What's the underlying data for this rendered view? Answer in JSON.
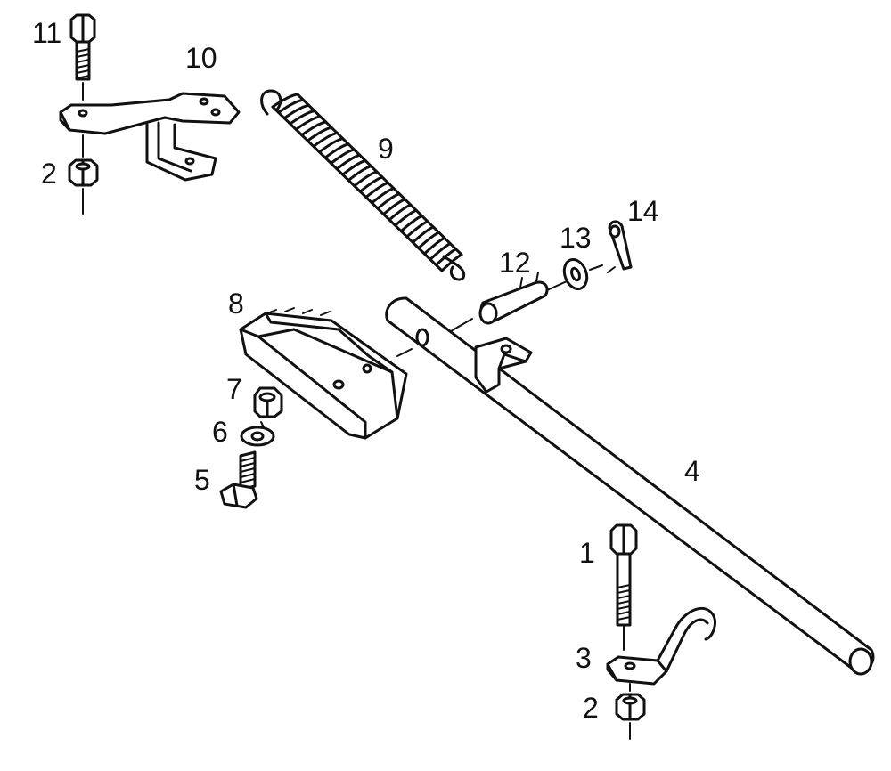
{
  "callouts": [
    {
      "id": "label-11",
      "text": "11"
    },
    {
      "id": "label-10",
      "text": "10"
    },
    {
      "id": "label-9",
      "text": "9"
    },
    {
      "id": "label-2-top",
      "text": "2"
    },
    {
      "id": "label-14",
      "text": "14"
    },
    {
      "id": "label-13",
      "text": "13"
    },
    {
      "id": "label-12",
      "text": "12"
    },
    {
      "id": "label-8",
      "text": "8"
    },
    {
      "id": "label-7",
      "text": "7"
    },
    {
      "id": "label-6",
      "text": "6"
    },
    {
      "id": "label-5",
      "text": "5"
    },
    {
      "id": "label-4",
      "text": "4"
    },
    {
      "id": "label-1",
      "text": "1"
    },
    {
      "id": "label-3",
      "text": "3"
    },
    {
      "id": "label-2-bottom",
      "text": "2"
    }
  ]
}
